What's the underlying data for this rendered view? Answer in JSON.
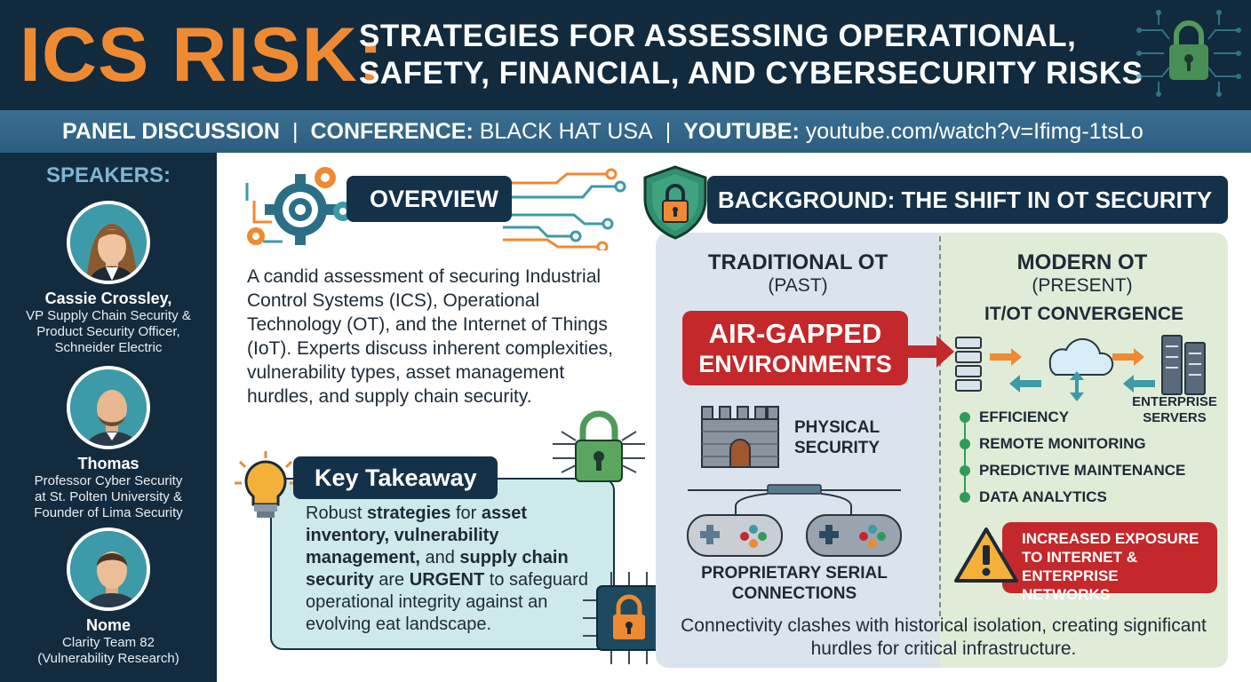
{
  "header": {
    "title_main": "ICS RISK:",
    "title_sub_line1": "STRATEGIES FOR ASSESSING OPERATIONAL,",
    "title_sub_line2": "SAFETY, FINANCIAL, AND CYBERSECURITY RISKS"
  },
  "subbar": {
    "label1": "PANEL DISCUSSION",
    "label2": "CONFERENCE:",
    "value2": "BLACK HAT USA",
    "label3": "YOUTUBE:",
    "value3": "youtube.com/watch?v=Ifimg-1tsLo"
  },
  "speakers": {
    "title": "SPEAKERS:",
    "items": [
      {
        "name": "Cassie Crossley",
        "name_suffix": ",",
        "role1": "VP Supply Chain Security &",
        "role2": "Product Security Officer,",
        "role3": "Schneider Electric"
      },
      {
        "name": "Thomas",
        "role1": "Professor Cyber Security",
        "role2": "at St. Polten University &",
        "role3": "Founder of Lima Security"
      },
      {
        "name": "Nome",
        "role1": "Clarity Team 82",
        "role2": "(Vulnerability Research)"
      }
    ]
  },
  "overview": {
    "title": "OVERVIEW",
    "text": "A candid assessment of securing Industrial Control Systems (ICS), Operational Technology (OT), and the Internet of Things (IoT). Experts discuss inherent complexities, vulnerability types, asset management hurdles, and supply chain security."
  },
  "takeaway": {
    "title": "Key Takeaway",
    "t1": "Robust ",
    "b1": "strategies",
    "t2": " for ",
    "b2": "asset inventory, vulnerability management,",
    "t3": " and ",
    "b3": "supply chain security",
    "t4": " are ",
    "b4": "URGENT",
    "t5": " to safeguard operational integrity against an evolving eat landscape."
  },
  "background": {
    "title": "BACKGROUND: THE SHIFT IN OT SECURITY",
    "traditional": {
      "title": "TRADITIONAL OT",
      "subtitle": "(PAST)",
      "air_gapped_1": "AIR-GAPPED",
      "air_gapped_2": "ENVIRONMENTS",
      "physical_1": "PHYSICAL",
      "physical_2": "SECURITY",
      "proprietary_1": "PROPRIETARY SERIAL",
      "proprietary_2": "CONNECTIONS"
    },
    "modern": {
      "title": "MODERN OT",
      "subtitle": "(PRESENT)",
      "convergence": "IT/OT CONVERGENCE",
      "enterprise_1": "ENTERPRISE",
      "enterprise_2": "SERVERS",
      "benefits": [
        "EFFICIENCY",
        "REMOTE MONITORING",
        "PREDICTIVE MAINTENANCE",
        "DATA ANALYTICS"
      ],
      "exposure_1": "INCREASED EXPOSURE",
      "exposure_2": "TO INTERNET &",
      "exposure_3": "ENTERPRISE NETWORKS"
    },
    "conclusion": "Connectivity clashes with historical isolation, creating significant hurdles for critical infrastructure."
  },
  "colors": {
    "navy": "#112a3e",
    "orange": "#ef8a32",
    "red": "#c4282a",
    "teal": "#3d9aa8",
    "green": "#2e9c58"
  }
}
